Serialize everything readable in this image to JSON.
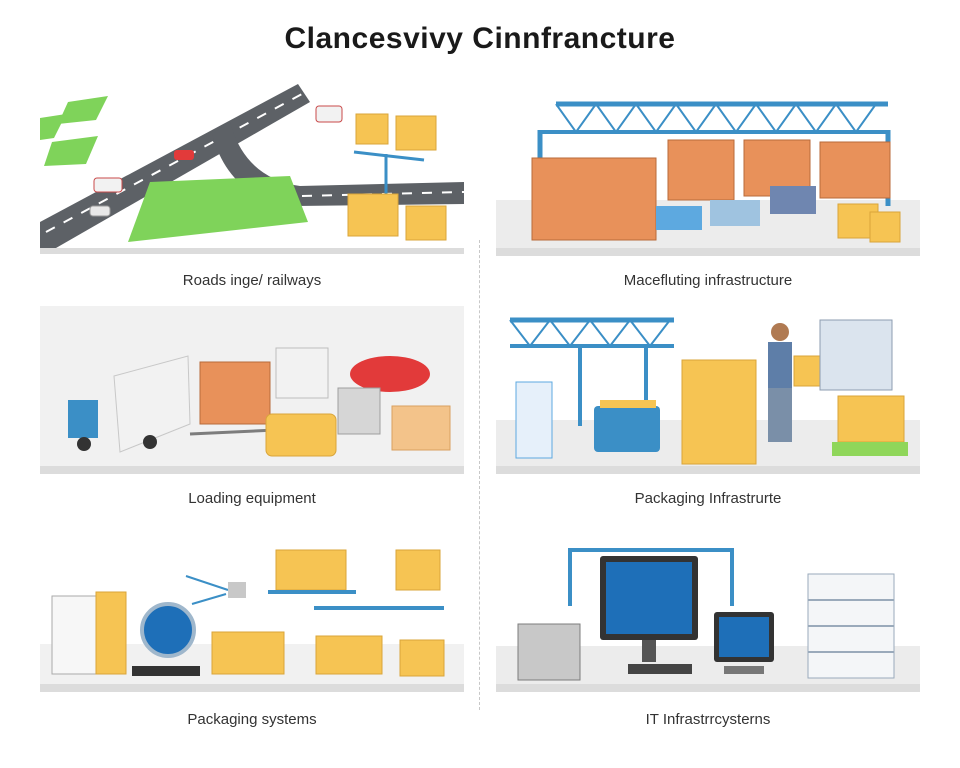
{
  "title": "Clancesvivy Cinnfrancture",
  "panels": [
    {
      "caption": "Roads inge/ railways"
    },
    {
      "caption": "Macefluting infrastructure"
    },
    {
      "caption": "Loading equipment"
    },
    {
      "caption": "Packaging Infrastrurte"
    },
    {
      "caption": "Packaging systems"
    },
    {
      "caption": "IT Infrastrrcysterns"
    }
  ],
  "colors": {
    "crate_orange": "#e8915a",
    "box_yellow": "#f6c453",
    "steel_blue": "#3b8fc6",
    "road_gray": "#5d6166",
    "grass_green": "#7fd35a",
    "floor_gray": "#dcdcdc",
    "truck_white": "#f2f2f2",
    "car_red": "#e23a3a",
    "screen_blue": "#1e6fb8"
  }
}
